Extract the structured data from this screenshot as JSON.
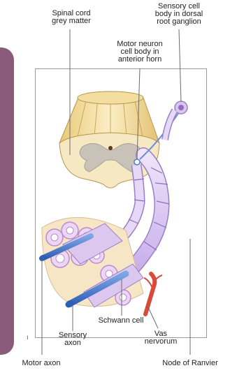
{
  "labels": {
    "spinal_cord_grey_matter": [
      "Spinal cord",
      "grey matter"
    ],
    "sensory_cell_body": [
      "Sensory cell",
      "body in dorsal",
      "root ganglion"
    ],
    "motor_neuron_cell_body": [
      "Motor neuron",
      "cell body in",
      "anterior horn"
    ],
    "schwann_cell": "Schwann cell",
    "sensory_axon": [
      "Sensory",
      "axon"
    ],
    "vas_nervorum": [
      "Vas",
      "nervorum"
    ],
    "motor_axon": "Motor axon",
    "node_of_ranvier": "Node of Ranvier"
  },
  "stray_marks": {
    "left_bottom": "ı"
  },
  "colors": {
    "panel": "#8a5a7a",
    "cord_tan": "#f2e0a8",
    "grey_matter": "#c8c2b8",
    "nerve_lilac": "#d9c6ee",
    "nerve_outline": "#9a7fc4",
    "axon_blue": "#4f7fcf",
    "vessel_red": "#d84a3a",
    "fascicle_tissue": "#f7e6c6"
  }
}
